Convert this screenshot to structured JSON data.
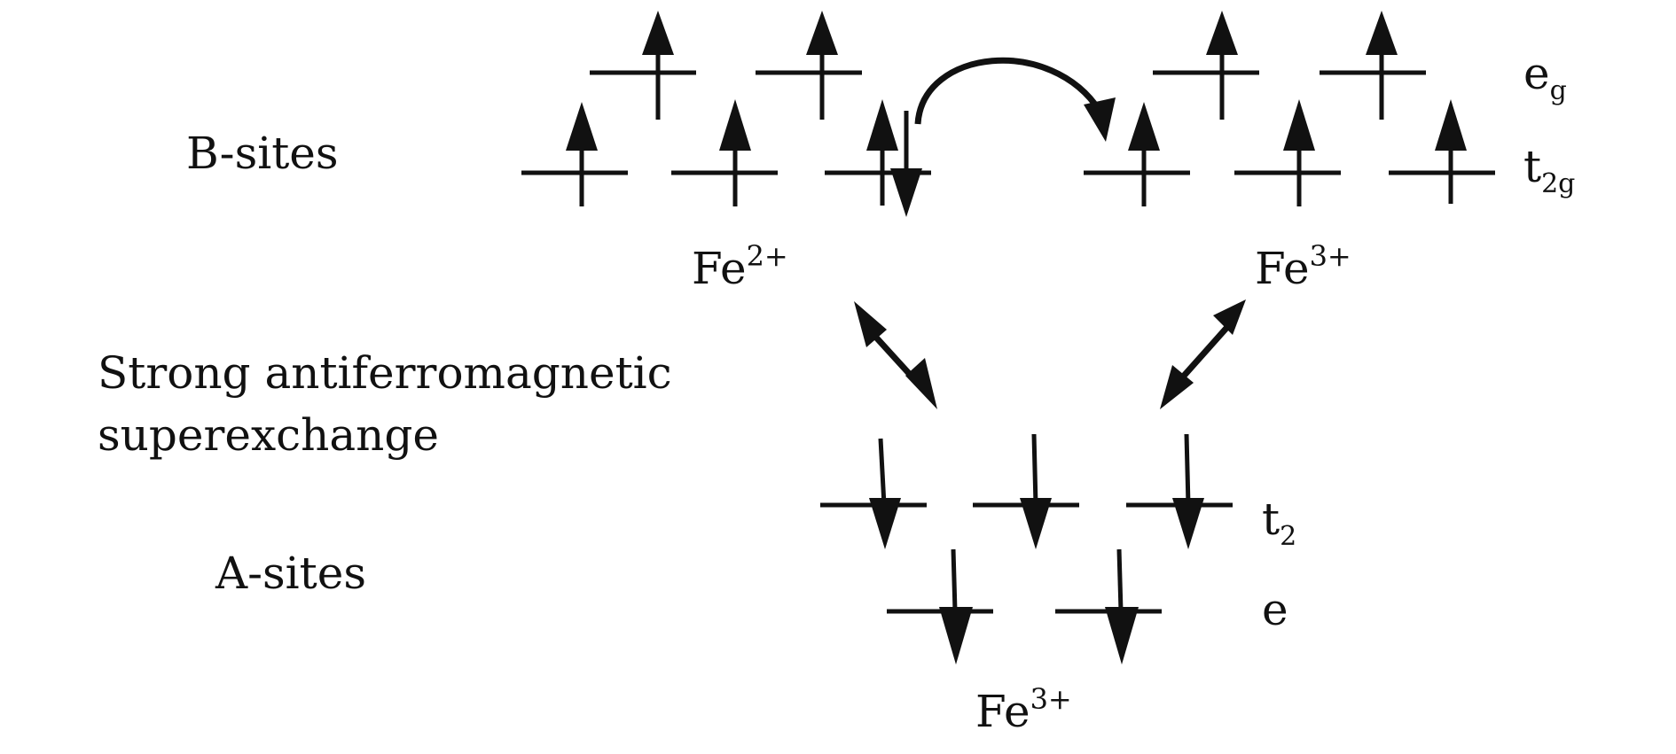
{
  "labels": {
    "b_sites": "B-sites",
    "a_sites": "A-sites",
    "superexchange_line1": "Strong antiferromagnetic",
    "superexchange_line2": "superexchange",
    "eg_main": "e",
    "eg_sub": "g",
    "t2g_main": "t",
    "t2g_sub": "2g",
    "t2_main": "t",
    "t2_sub": "2",
    "e_level": "e",
    "fe_left_main": "Fe",
    "fe_left_sup": "2+",
    "fe_right_main": "Fe",
    "fe_right_sup": "3+",
    "fe_bottom_main": "Fe",
    "fe_bottom_sup": "3+"
  },
  "colors": {
    "b_sites": "#c8681e",
    "a_sites": "#1f3f99",
    "ink": "#111111"
  },
  "spins": {
    "fe2_b_site": {
      "eg": [
        "up",
        "up"
      ],
      "t2g": [
        "up",
        "up",
        "up+down"
      ]
    },
    "fe3_b_site": {
      "eg": [
        "up",
        "up"
      ],
      "t2g": [
        "up",
        "up",
        "up"
      ]
    },
    "fe3_a_site": {
      "t2": [
        "down",
        "down",
        "down"
      ],
      "e": [
        "down",
        "down"
      ]
    }
  }
}
